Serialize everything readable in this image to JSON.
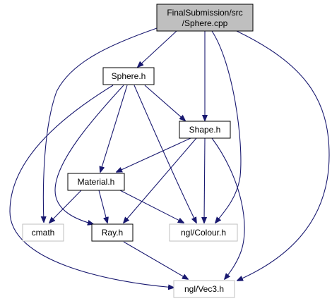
{
  "graph": {
    "root": {
      "line1": "FinalSubmission/src",
      "line2": "/Sphere.cpp",
      "fill": "#bfbfbf"
    },
    "nodes": {
      "sphere_h": "Sphere.h",
      "shape_h": "Shape.h",
      "material_h": "Material.h",
      "cmath": "cmath",
      "ray_h": "Ray.h",
      "colour_h": "ngl/Colour.h",
      "vec3_h": "ngl/Vec3.h"
    },
    "colors": {
      "edge": "#191970",
      "internal_border": "#000000",
      "external_border": "#bfbfbf"
    },
    "edges": [
      [
        "root",
        "sphere_h"
      ],
      [
        "root",
        "shape_h"
      ],
      [
        "root",
        "cmath"
      ],
      [
        "root",
        "colour_h"
      ],
      [
        "root",
        "vec3_h"
      ],
      [
        "sphere_h",
        "shape_h"
      ],
      [
        "sphere_h",
        "material_h"
      ],
      [
        "sphere_h",
        "ray_h"
      ],
      [
        "sphere_h",
        "colour_h"
      ],
      [
        "sphere_h",
        "vec3_h"
      ],
      [
        "shape_h",
        "material_h"
      ],
      [
        "shape_h",
        "ray_h"
      ],
      [
        "shape_h",
        "colour_h"
      ],
      [
        "shape_h",
        "vec3_h"
      ],
      [
        "material_h",
        "cmath"
      ],
      [
        "material_h",
        "ray_h"
      ],
      [
        "material_h",
        "colour_h"
      ],
      [
        "ray_h",
        "vec3_h"
      ]
    ]
  }
}
